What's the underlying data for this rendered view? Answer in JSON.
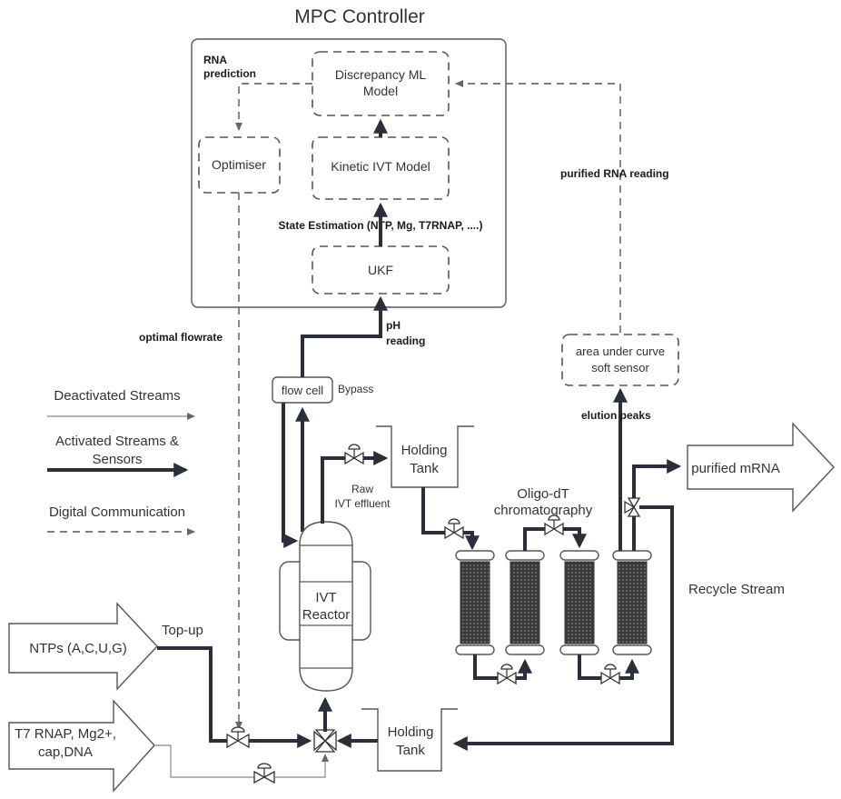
{
  "controller": {
    "title": "MPC Controller",
    "rna_prediction": [
      "RNA",
      "prediction"
    ],
    "discrepancy_model": [
      "Discrepancy ML",
      "Model"
    ],
    "optimiser": "Optimiser",
    "kinetic_model": "Kinetic IVT Model",
    "state_estimation": "State Estimation (NTP, Mg, T7RNAP, ....)",
    "ukf": "UKF"
  },
  "signals": {
    "optimal_flowrate": "optimal  flowrate",
    "ph_reading": [
      "pH",
      "reading"
    ],
    "purified_rna_reading": "purified RNA reading",
    "elution_peaks": "elution peaks"
  },
  "legend": {
    "deactivated": "Deactivated Streams",
    "activated": [
      "Activated Streams &",
      "Sensors"
    ],
    "digital": "Digital Communication"
  },
  "process": {
    "flow_cell": "flow cell",
    "bypass": "Bypass",
    "raw_effluent": [
      "Raw",
      "IVT effluent"
    ],
    "holding_tank_top": [
      "Holding",
      "Tank"
    ],
    "holding_tank_bottom": [
      "Holding",
      "Tank"
    ],
    "chromatography": [
      "Oligo-dT",
      "chromatography"
    ],
    "soft_sensor": [
      "area under curve",
      "soft sensor"
    ],
    "purified_mrna": "purified mRNA",
    "recycle_stream": "Recycle Stream",
    "reactor": [
      "IVT",
      "Reactor"
    ],
    "top_up": "Top-up",
    "ntps": "NTPs (A,C,U,G)",
    "t7": [
      "T7 RNAP, Mg2+,",
      "cap,DNA"
    ]
  },
  "colors": {
    "activated_stream": "#2b2f3a",
    "deactivated_stream": "#888888",
    "column_fill": "#3a3a3a"
  }
}
